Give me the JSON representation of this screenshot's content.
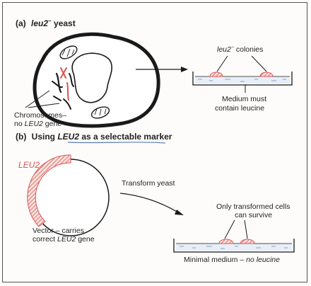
{
  "panel_a": {
    "title_prefix": "(a)",
    "title_gene": "leu2",
    "title_sup": "−",
    "title_suffix": " yeast",
    "chromosome_label_line1": "Chromosomes–",
    "chromosome_label_line2_prefix": "no ",
    "chromosome_label_line2_gene": "LEU2",
    "chromosome_label_line2_suffix": " gene",
    "colonies_gene": "leu2",
    "colonies_sup": "−",
    "colonies_suffix": " colonies",
    "medium_line1": "Medium must",
    "medium_line2": "contain leucine"
  },
  "panel_b": {
    "title_prefix": "(b)",
    "title_using": "Using ",
    "title_gene": "LEU2",
    "title_rest": " as a selectable marker",
    "gene_label": "LEU2",
    "transform_label": "Transform yeast",
    "vector_line1": "Vector – carries",
    "vector_line2_prefix": "correct ",
    "vector_line2_gene": "LEU2",
    "vector_line2_suffix": " gene",
    "survive_line1": "Only transformed cells",
    "survive_line2": "can survive",
    "minimal_prefix": "Minimal medium – ",
    "minimal_italic": "no leucine"
  },
  "colors": {
    "marker_red": "#d9534f",
    "ink": "#222222",
    "accent_underline": "#5b7bb5"
  }
}
